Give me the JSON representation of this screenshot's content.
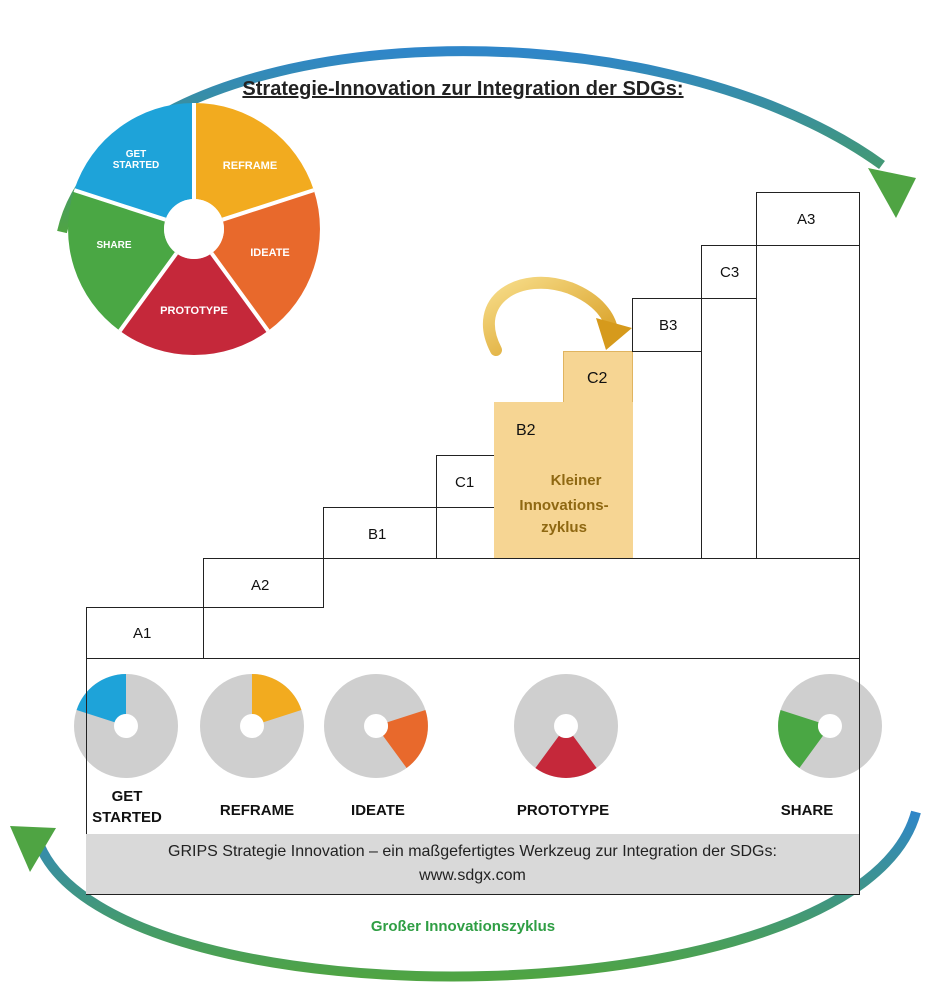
{
  "title": "Strategie-Innovation zur Integration der SDGs:",
  "big_wheel": {
    "segments": [
      {
        "label": "GET\nSTARTED",
        "color": "#1ea3d9"
      },
      {
        "label": "REFRAME",
        "color": "#f2ab1f"
      },
      {
        "label": "IDEATE",
        "color": "#e8692c"
      },
      {
        "label": "PROTOTYPE",
        "color": "#c5283a"
      },
      {
        "label": "SHARE",
        "color": "#4aa744"
      }
    ]
  },
  "steps": {
    "A1": "A1",
    "A2": "A2",
    "B1": "B1",
    "C1": "C1",
    "B2": "B2",
    "C2": "C2",
    "B3": "B3",
    "C3": "C3",
    "A3": "A3"
  },
  "small_cycle": {
    "line1": "Kleiner",
    "line2": "Innovations-",
    "line3": "zyklus",
    "color": "#f6d593"
  },
  "phases": [
    {
      "label": "GET\nSTARTED",
      "highlight": "#1ea3d9"
    },
    {
      "label": "REFRAME",
      "highlight": "#f2ab1f"
    },
    {
      "label": "IDEATE",
      "highlight": "#e8692c"
    },
    {
      "label": "PROTOTYPE",
      "highlight": "#c5283a"
    },
    {
      "label": "SHARE",
      "highlight": "#4aa744"
    }
  ],
  "footer": {
    "line1": "GRIPS Strategie Innovation – ein maßgefertigtes Werkzeug zur Integration der SDGs:",
    "line2": "www.sdgx.com"
  },
  "big_cycle_label": "Großer Innovationszyklus",
  "colors": {
    "green_arrow": "#4d9b43",
    "gold_arrow": "#e0a52a",
    "gray_wheel": "#cfcfcf"
  }
}
